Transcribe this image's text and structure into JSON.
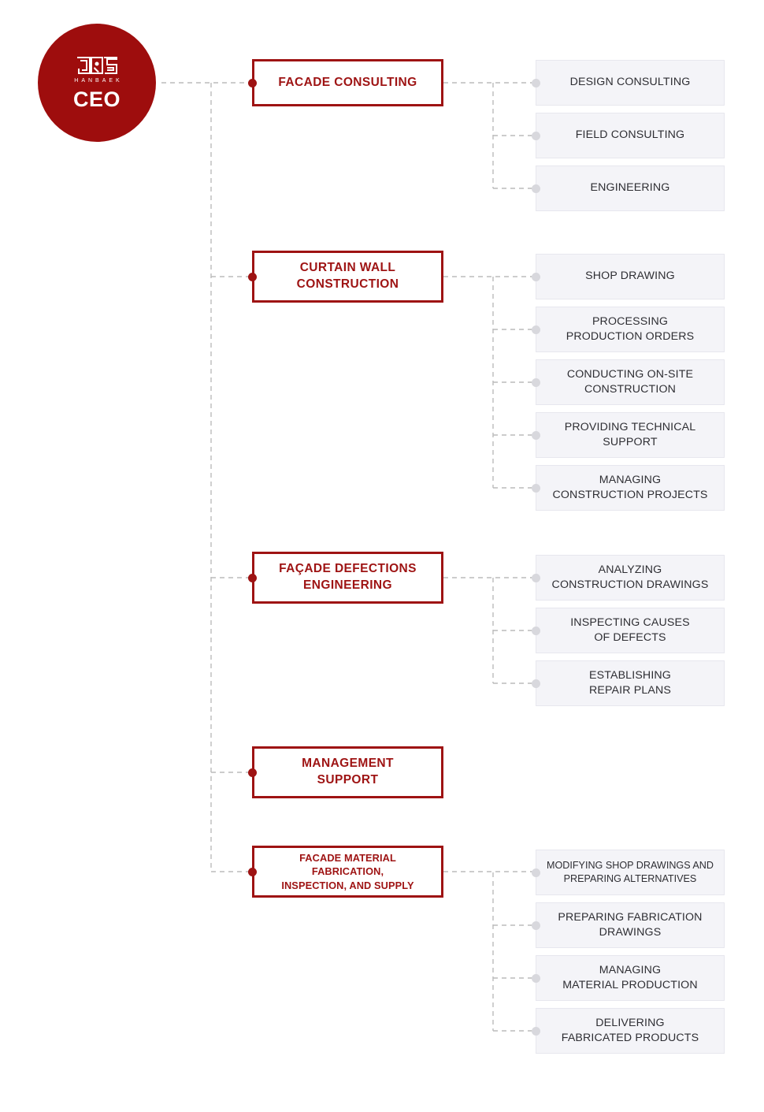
{
  "colors": {
    "brand_red": "#9e1313",
    "ceo_circle": "#9e0d0d",
    "task_box_bg": "#f4f4f8",
    "task_dot": "#d8d8dd",
    "connector_gray": "#bbbbbb",
    "text_dark": "#2e2e33"
  },
  "root": {
    "logo_mark": "jns-monogram-logo",
    "logo_wordmark": "HANBAEK",
    "title": "CEO"
  },
  "departments": [
    {
      "id": "facade-consulting",
      "label": "FACADE CONSULTING",
      "tasks": [
        {
          "label": "DESIGN CONSULTING"
        },
        {
          "label": "FIELD CONSULTING"
        },
        {
          "label": "ENGINEERING"
        }
      ]
    },
    {
      "id": "curtain-wall-construction",
      "label": "CURTAIN WALL\nCONSTRUCTION",
      "tasks": [
        {
          "label": "SHOP DRAWING"
        },
        {
          "label": "PROCESSING\nPRODUCTION ORDERS"
        },
        {
          "label": "CONDUCTING ON-SITE\nCONSTRUCTION"
        },
        {
          "label": "PROVIDING TECHNICAL\nSUPPORT"
        },
        {
          "label": "MANAGING\nCONSTRUCTION PROJECTS"
        }
      ]
    },
    {
      "id": "facade-defections-engineering",
      "label": "FAÇADE DEFECTIONS\nENGINEERING",
      "tasks": [
        {
          "label": "ANALYZING\nCONSTRUCTION DRAWINGS"
        },
        {
          "label": "INSPECTING CAUSES\nOF DEFECTS"
        },
        {
          "label": "ESTABLISHING\nREPAIR PLANS"
        }
      ]
    },
    {
      "id": "management-support",
      "label": "MANAGEMENT\nSUPPORT",
      "tasks": []
    },
    {
      "id": "facade-material-fabrication",
      "label": "FACADE MATERIAL FABRICATION,\nINSPECTION, AND SUPPLY",
      "tasks": [
        {
          "label": "MODIFYING SHOP DRAWINGS AND\nPREPARING ALTERNATIVES"
        },
        {
          "label": "PREPARING FABRICATION\nDRAWINGS"
        },
        {
          "label": "MANAGING\nMATERIAL PRODUCTION"
        },
        {
          "label": "DELIVERING\nFABRICATED PRODUCTS"
        }
      ]
    }
  ]
}
